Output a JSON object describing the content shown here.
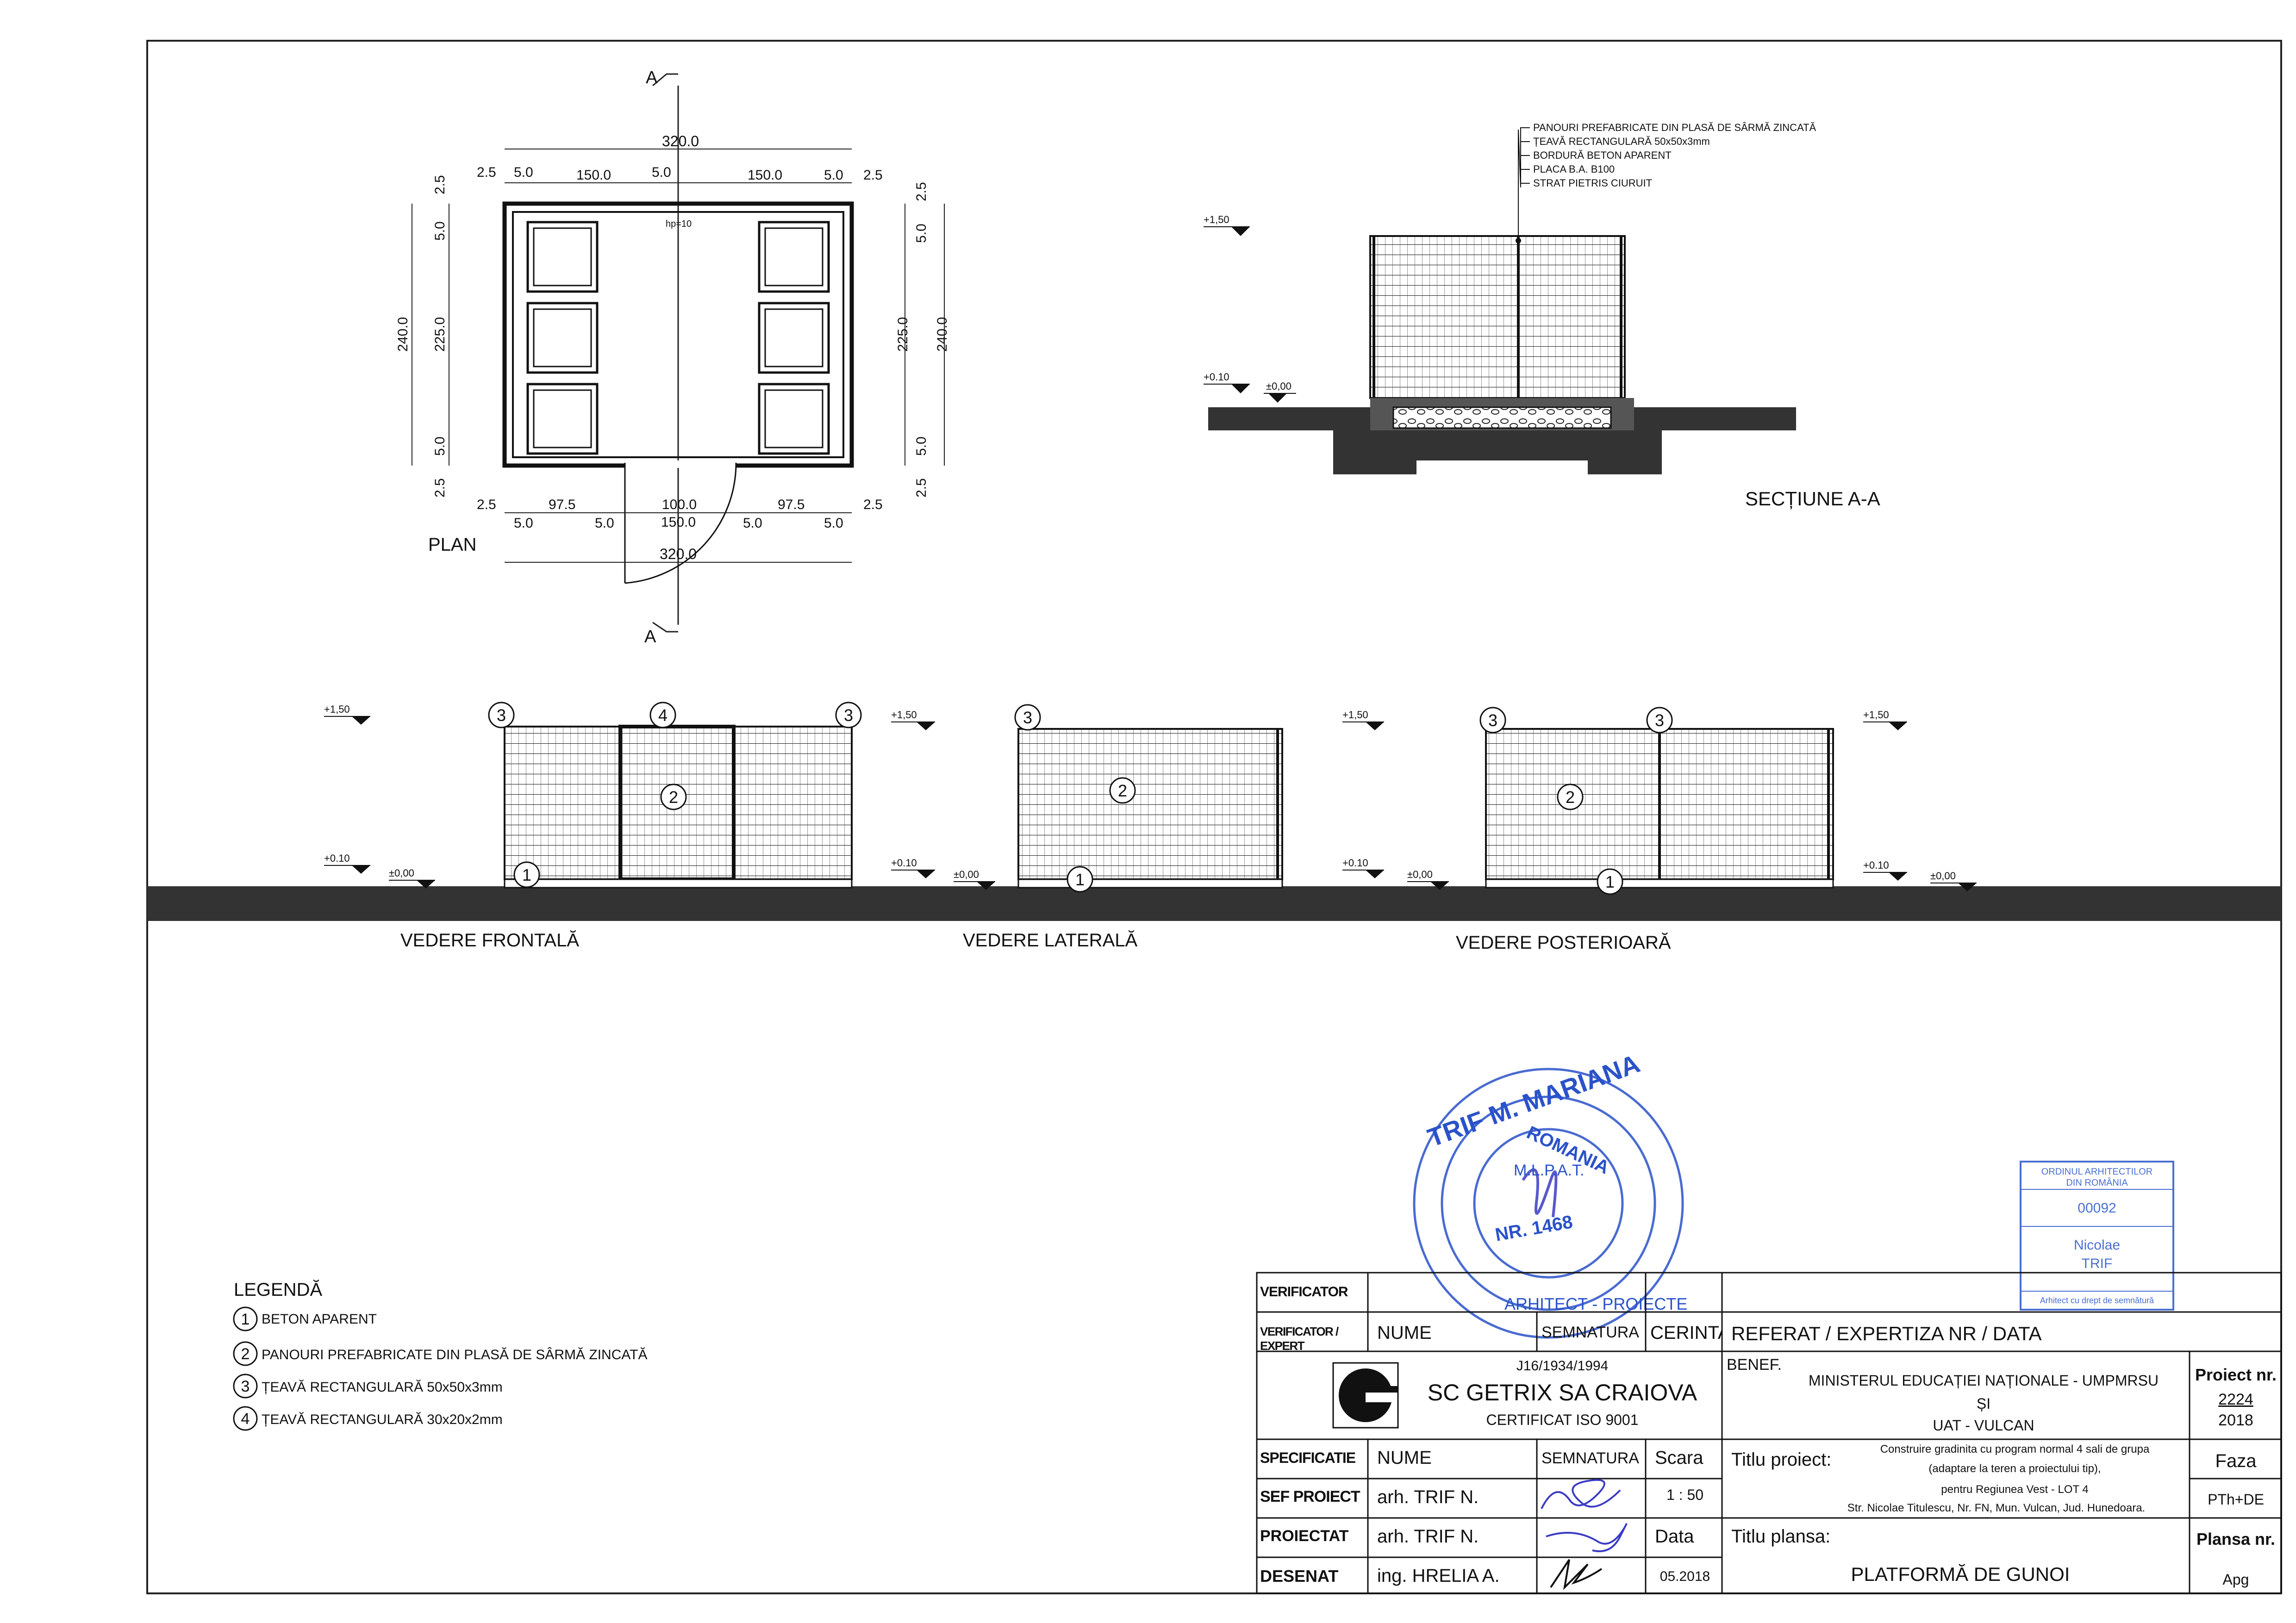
{
  "drawing": {
    "plan_label": "PLAN",
    "section_marker": "A",
    "section_label": "SECȚIUNE A-A",
    "views": [
      "VEDERE FRONTALĂ",
      "VEDERE LATERALĂ",
      "VEDERE POSTERIOARĂ"
    ],
    "plan_dims": {
      "overall": "320.0",
      "top": [
        "2.5",
        "5.0",
        "150.0",
        "5.0",
        "150.0",
        "5.0",
        "2.5"
      ],
      "bottom_a": [
        "2.5",
        "97.5",
        "100.0",
        "97.5",
        "2.5"
      ],
      "bottom_b": [
        "5.0",
        "5.0",
        "150.0",
        "5.0",
        "5.0"
      ],
      "left": [
        "2.5",
        "5.0",
        "240.0",
        "225.0",
        "5.0",
        "2.5"
      ],
      "right": [
        "2.5",
        "5.0",
        "225.0",
        "240.0",
        "5.0",
        "2.5"
      ],
      "hp": "hp=10"
    },
    "section_layers": [
      "PANOURI PREFABRICATE DIN PLASĂ DE SÂRMĂ ZINCATĂ",
      "ȚEAVĂ RECTANGULARĂ 50x50x3mm",
      "BORDURĂ BETON APARENT",
      "PLACA B.A. B100",
      "STRAT PIETRIS CIURUIT"
    ],
    "levels": {
      "top": "+1,50",
      "plinth": "+0.10",
      "ground": "±0,00"
    },
    "legend": {
      "title": "LEGENDĂ",
      "items": [
        {
          "num": "1",
          "text": "BETON APARENT"
        },
        {
          "num": "2",
          "text": "PANOURI PREFABRICATE DIN PLASĂ DE SÂRMĂ ZINCATĂ"
        },
        {
          "num": "3",
          "text": "ȚEAVĂ RECTANGULARĂ 50x50x3mm"
        },
        {
          "num": "4",
          "text": "ȚEAVĂ RECTANGULARĂ 30x20x2mm"
        }
      ]
    }
  },
  "stamps": {
    "round_text": "TRIF M. MARIANA",
    "round_inner": "ROMANIA",
    "round_mlpat": "M.L.P.A.T.",
    "round_nr": "NR. 1468",
    "round_bottom": "ARHITECT - PROIECTE",
    "oar_line1": "ORDINUL ARHITECTILOR",
    "oar_line2": "DIN ROMÂNIA",
    "oar_num": "00092",
    "oar_name1": "Nicolae",
    "oar_name2": "TRIF",
    "oar_footer": "Arhitect cu drept de semnătură"
  },
  "title_block": {
    "verificator": "VERIFICATOR",
    "verificator_expert": "VERIFICATOR / EXPERT",
    "nume": "NUME",
    "semnatura": "SEMNATURA",
    "cerinta": "CERINTA",
    "referat": "REFERAT / EXPERTIZA NR / DATA",
    "company_reg": "J16/1934/1994",
    "company_name": "SC GETRIX SA CRAIOVA",
    "company_cert": "CERTIFICAT ISO 9001",
    "benef_label": "BENEF.:",
    "benef_line1": "MINISTERUL EDUCAȚIEI NAȚIONALE - UMPMRSU",
    "benef_line2": "ȘI",
    "benef_line3": "UAT - VULCAN",
    "proiect_nr_label": "Proiect nr.",
    "proiect_nr": "2224",
    "proiect_year": "2018",
    "specificatie": "SPECIFICATIE",
    "nume2": "NUME",
    "semnatura2": "SEMNATURA",
    "scara_label": "Scara",
    "scara": "1 : 50",
    "titlu_proiect_label": "Titlu proiect:",
    "titlu_line1": "Construire gradinita cu program normal 4 sali de grupa",
    "titlu_line2": "(adaptare la teren a proiectului tip),",
    "titlu_line3": "pentru Regiunea Vest - LOT 4",
    "titlu_line4": "Str. Nicolae Titulescu, Nr. FN, Mun. Vulcan, Jud. Hunedoara.",
    "faza_label": "Faza",
    "faza": "PTh+DE",
    "sef_proiect": "SEF PROIECT",
    "sef_name": "arh. TRIF N.",
    "proiectat": "PROIECTAT",
    "proiectat_name": "arh. TRIF N.",
    "data_label": "Data",
    "data": "05.2018",
    "titlu_plansa_label": "Titlu plansa:",
    "titlu_plansa": "PLATFORMĂ DE GUNOI",
    "plansa_nr_label": "Plansa nr.",
    "plansa_nr": "Apg",
    "desenat": "DESENAT",
    "desenat_name": "ing. HRELIA A."
  }
}
